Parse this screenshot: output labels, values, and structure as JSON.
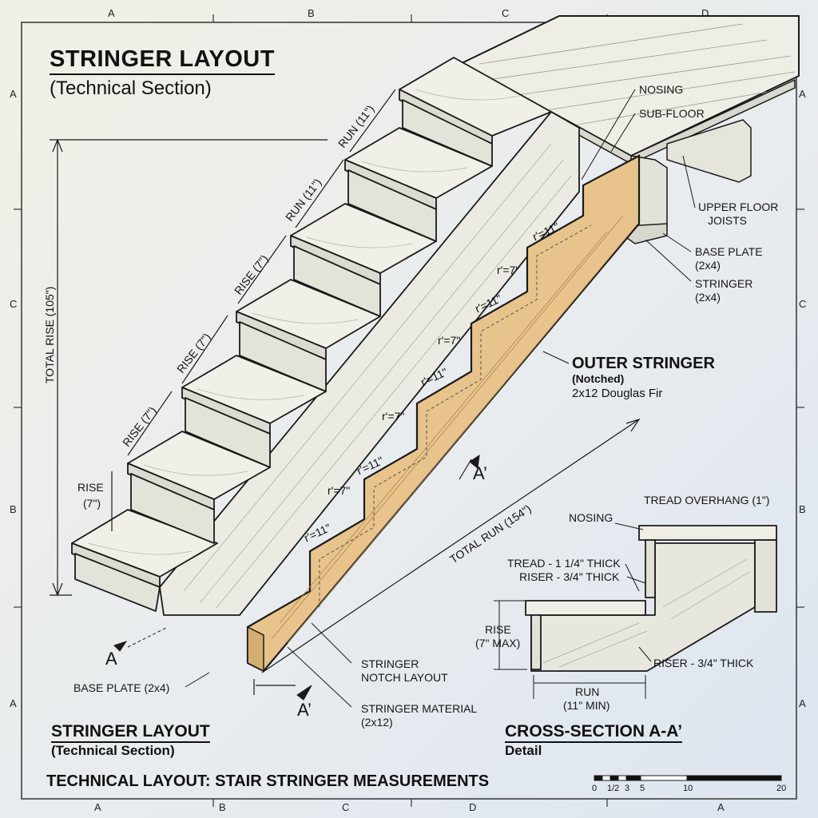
{
  "titles": {
    "main": "STRINGER LAYOUT",
    "main_sub": "(Technical Section)",
    "footer": "STRINGER LAYOUT",
    "footer_sub": "(Technical Section)",
    "banner": "TECHNICAL LAYOUT: STAIR STRINGER MEASUREMENTS",
    "xsec": "CROSS-SECTION A-A’",
    "xsec_sub": "Detail"
  },
  "grid_labels": {
    "top": [
      "A",
      "B",
      "C",
      "D"
    ],
    "bottom": [
      "A",
      "B",
      "C",
      "D",
      "A"
    ],
    "left": [
      "A",
      "C",
      "B",
      "A"
    ],
    "right": [
      "A",
      "C",
      "B",
      "A"
    ]
  },
  "dimensions": {
    "total_rise": "TOTAL RISE (105\")",
    "total_run": "TOTAL RUN (154\")",
    "rise_top": "RISE",
    "rise_bottom": "(7\")",
    "rise_list": [
      "RISE (7\")",
      "RISE (7\")",
      "RISE (7\")"
    ],
    "run_list": [
      "RUN (11\")",
      "RUN (11\")"
    ],
    "notch_run": [
      "r'=11\"",
      "r'=11\"",
      "r'=11\"",
      "r'=11\"",
      "r'=11\""
    ],
    "notch_rise": [
      "r'=7\"",
      "r'=7\"",
      "r'=7\"",
      "r'=7\""
    ]
  },
  "callouts": {
    "nosing": "NOSING",
    "sub_floor": "SUB-FLOOR",
    "upper_floor_joists_1": "UPPER FLOOR",
    "upper_floor_joists_2": "JOISTS",
    "base_plate_top_1": "BASE PLATE",
    "base_plate_top_2": "(2x4)",
    "stringer_top_1": "STRINGER",
    "stringer_top_2": "(2x4)",
    "outer_stringer": "OUTER STRINGER",
    "outer_stringer_sub": "(Notched)",
    "outer_stringer_material": "2x12 Douglas Fir",
    "base_plate_bottom": "BASE PLATE (2x4)",
    "notch_layout_1": "STRINGER",
    "notch_layout_2": "NOTCH LAYOUT",
    "material_1": "STRINGER MATERIAL",
    "material_2": "(2x12)"
  },
  "section_marks": {
    "a_left": "A",
    "a_prime_bottom": "A’",
    "a_prime_mid": "A’"
  },
  "cross_section": {
    "tread_overhang": "TREAD OVERHANG (1\")",
    "nosing": "NOSING",
    "tread": "TREAD - 1 1/4\" THICK",
    "riser_top": "RISER - 3/4\" THICK",
    "riser_bottom": "RISER - 3/4\" THICK",
    "rise_1": "RISE",
    "rise_2": "(7\" MAX)",
    "run_1": "RUN",
    "run_2": "(11\" MIN)"
  },
  "scale_bar": [
    "0",
    "1/2",
    "3",
    "5",
    "10",
    "20"
  ],
  "colors": {
    "stringer_wood": "#e8c48c",
    "line": "#1a1a1a",
    "tread": "#efeee6",
    "riser": "#e2e1d9"
  }
}
